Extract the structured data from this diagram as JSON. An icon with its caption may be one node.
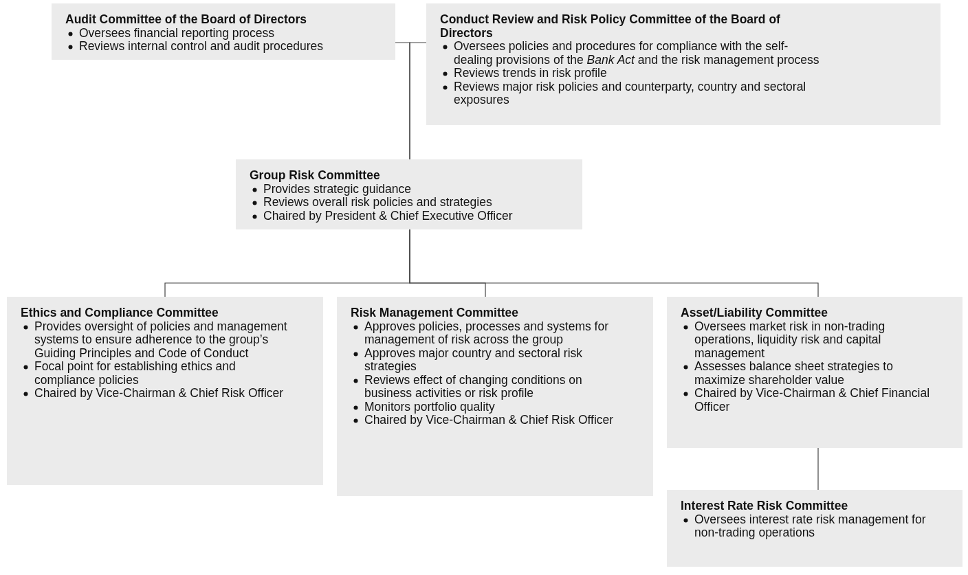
{
  "diagram": {
    "nodes": [
      {
        "text": [
          "Audit Committee of the Board of Directors",
          "Oversees financial reporting process",
          "Reviews internal control and audit procedures"
        ]
      },
      {
        "text": [
          "Conduct Review and Risk Policy Committee of the Board of Directors",
          "Oversees policies and procedures for compliance with the self-dealing provisions of the *Bank Act* and the risk management process",
          "Reviews trends in risk profile",
          "Reviews major risk policies and counterparty, country and sectoral exposures"
        ]
      },
      {
        "text": [
          "Group Risk Committee",
          "Provides strategic guidance",
          "Reviews overall risk policies and strategies",
          "Chaired by President & Chief Executive Officer"
        ]
      },
      {
        "text": [
          "Ethics and Compliance Committee",
          "Provides oversight of policies and management systems to ensure adherence to the group’s Guiding Principles and Code of Conduct",
          "Focal point for establishing ethics and compliance policies",
          "Chaired by Vice-Chairman & Chief Risk Officer"
        ]
      },
      {
        "text": [
          "Risk Management Committee",
          "Approves policies, processes and systems for management of risk across the group",
          "Approves major country and sectoral risk strategies",
          "Reviews effect of changing conditions on business activities or risk profile",
          "Monitors portfolio quality",
          "Chaired by Vice-Chairman & Chief Risk Officer"
        ]
      },
      {
        "text": [
          "Asset/Liability Committee",
          "Oversees market risk in non-trading operations, liquidity risk and capital management",
          "Assesses balance sheet strategies to maximize shareholder value",
          "Chaired by Vice-Chairman & Chief Financial Officer"
        ]
      },
      {
        "text": [
          "Interest Rate Risk Committee",
          "Oversees interest rate risk management for non-trading operations"
        ]
      }
    ],
    "edges": [
      {
        "from": 0,
        "to": 2,
        "arrow": "none"
      },
      {
        "from": 1,
        "to": 2,
        "arrow": "none"
      },
      {
        "from": 2,
        "to": 3,
        "arrow": "none"
      },
      {
        "from": 2,
        "to": 4,
        "arrow": "none"
      },
      {
        "from": 2,
        "to": 5,
        "arrow": "none"
      },
      {
        "from": 5,
        "to": 6,
        "arrow": "none"
      }
    ]
  }
}
